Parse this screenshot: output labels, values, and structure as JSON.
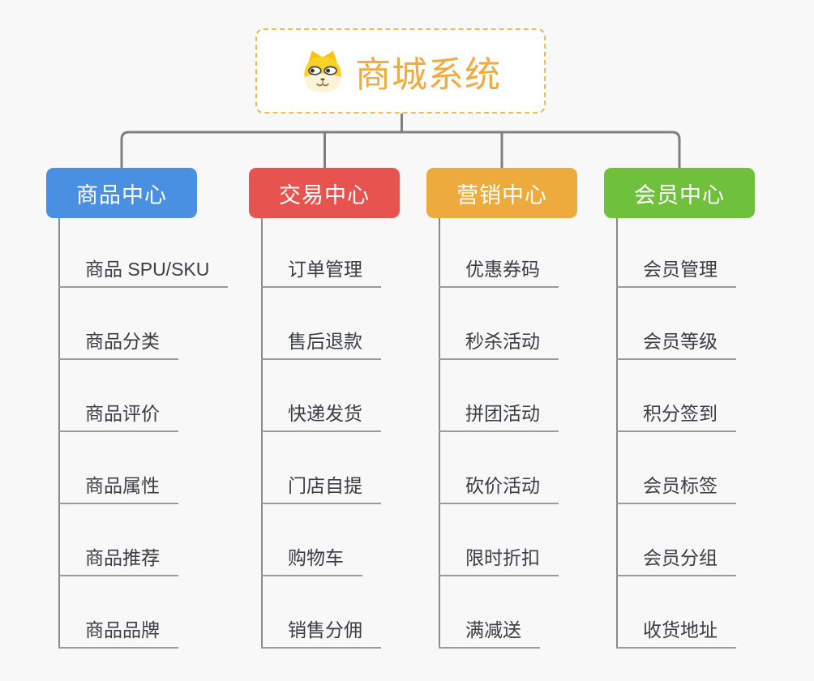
{
  "root": {
    "title": "商城系统",
    "icon": "dog-face-icon",
    "title_color": "#f0ac40",
    "border_color": "#f5b954",
    "background": "#ffffff"
  },
  "branches": [
    {
      "label": "商品中心",
      "color": "#4a90e2",
      "items": [
        "商品 SPU/SKU",
        "商品分类",
        "商品评价",
        "商品属性",
        "商品推荐",
        "商品品牌"
      ]
    },
    {
      "label": "交易中心",
      "color": "#e7544f",
      "items": [
        "订单管理",
        "售后退款",
        "快递发货",
        "门店自提",
        "购物车",
        "销售分佣"
      ]
    },
    {
      "label": "营销中心",
      "color": "#ecab3c",
      "items": [
        "优惠券码",
        "秒杀活动",
        "拼团活动",
        "砍价活动",
        "限时折扣",
        "满减送"
      ]
    },
    {
      "label": "会员中心",
      "color": "#6fc13c",
      "items": [
        "会员管理",
        "会员等级",
        "积分签到",
        "会员标签",
        "会员分组",
        "收货地址"
      ]
    }
  ],
  "style": {
    "connector_color": "#7f7f7f",
    "spine_color": "#8a8a8a",
    "underline_color": "#9a9a9a",
    "leaf_text_color": "#3b3d40",
    "page_background": "#f8f8f8"
  }
}
